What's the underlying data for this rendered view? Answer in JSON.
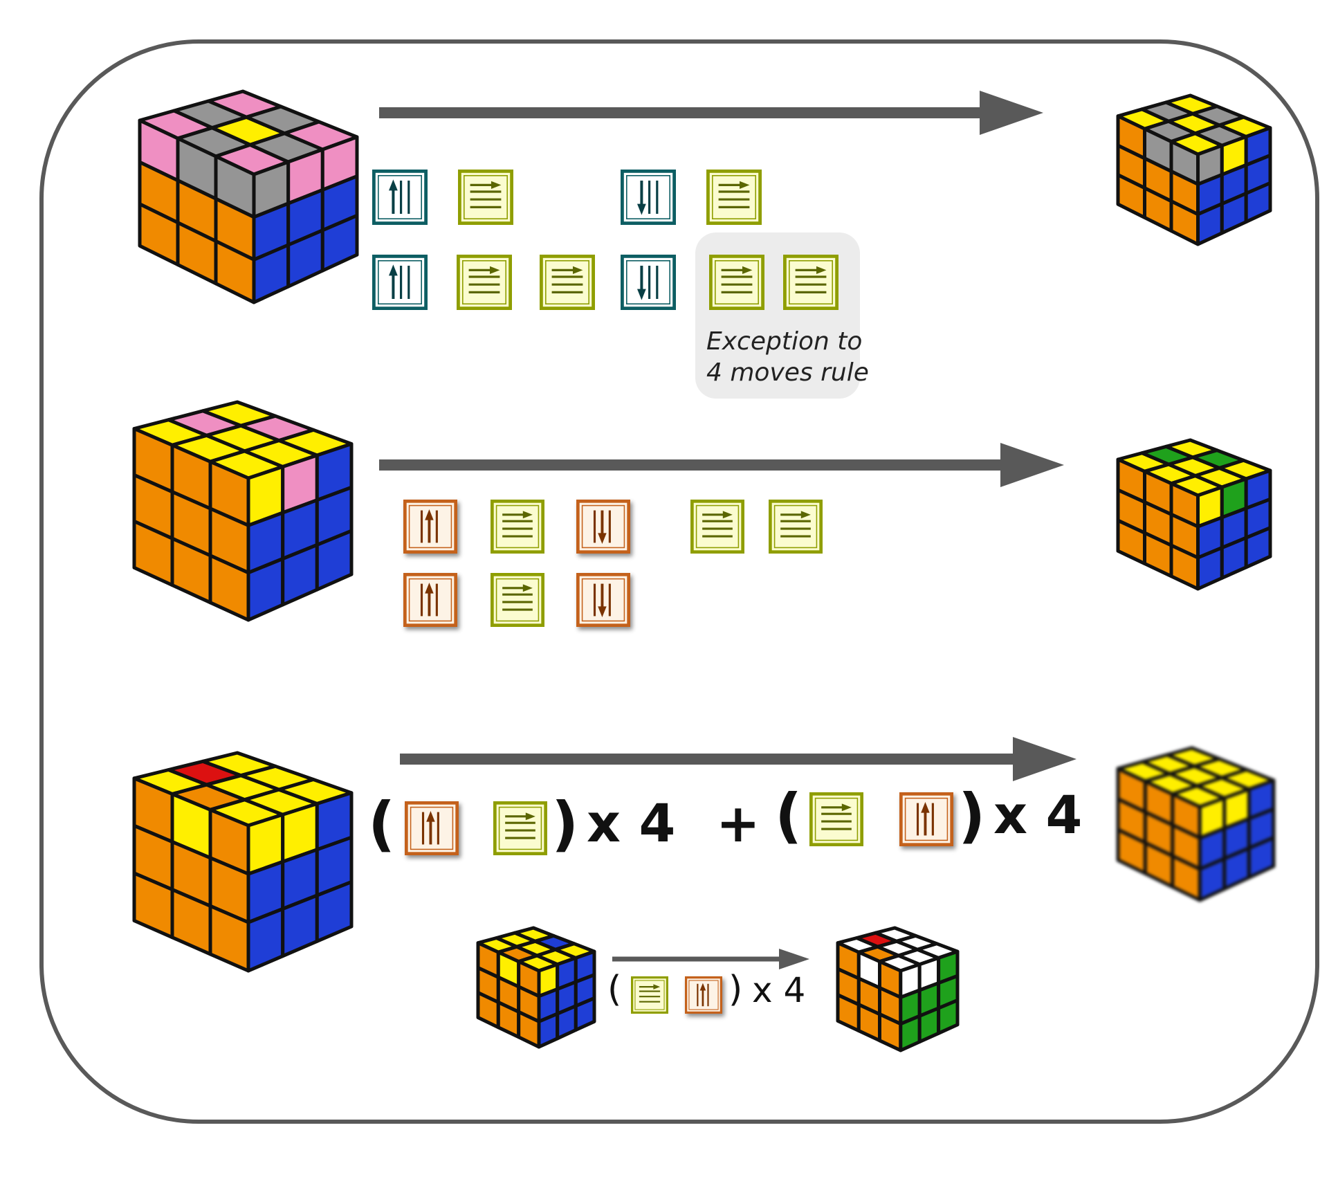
{
  "exception_note": {
    "line1": "Exception to",
    "line2": "4 moves rule"
  },
  "formulas": {
    "row3_left": {
      "open": "(",
      "close": ")",
      "times": "x 4"
    },
    "plus": "+",
    "row3_right": {
      "open": "(",
      "close": ")",
      "times": "x 4"
    },
    "row4": {
      "open": "(",
      "close": ")",
      "times": "x 4"
    }
  },
  "move_tiles": [
    "right-up",
    "up-turn",
    "right-down",
    "up-turn",
    "right-up",
    "up-turn",
    "up-turn",
    "right-down",
    "up-turn",
    "up-turn",
    "left-up",
    "up-turn",
    "left-down",
    "up-turn",
    "up-turn",
    "left-up",
    "up-turn",
    "left-down"
  ],
  "colors": {
    "frame": "#595959",
    "arrow": "#595959",
    "teal_tile": "#0d5e63",
    "orange_tile": "#c4611b",
    "green_tile": "#8f9e00",
    "cube_orange": "#f08a00",
    "cube_blue": "#1f3ed6",
    "cube_yellow": "#ffef00",
    "cube_gray": "#959595",
    "cube_pink": "#ef8fc2",
    "cube_green": "#1fa11c",
    "cube_red": "#dc1111",
    "cube_white": "#ffffff"
  }
}
